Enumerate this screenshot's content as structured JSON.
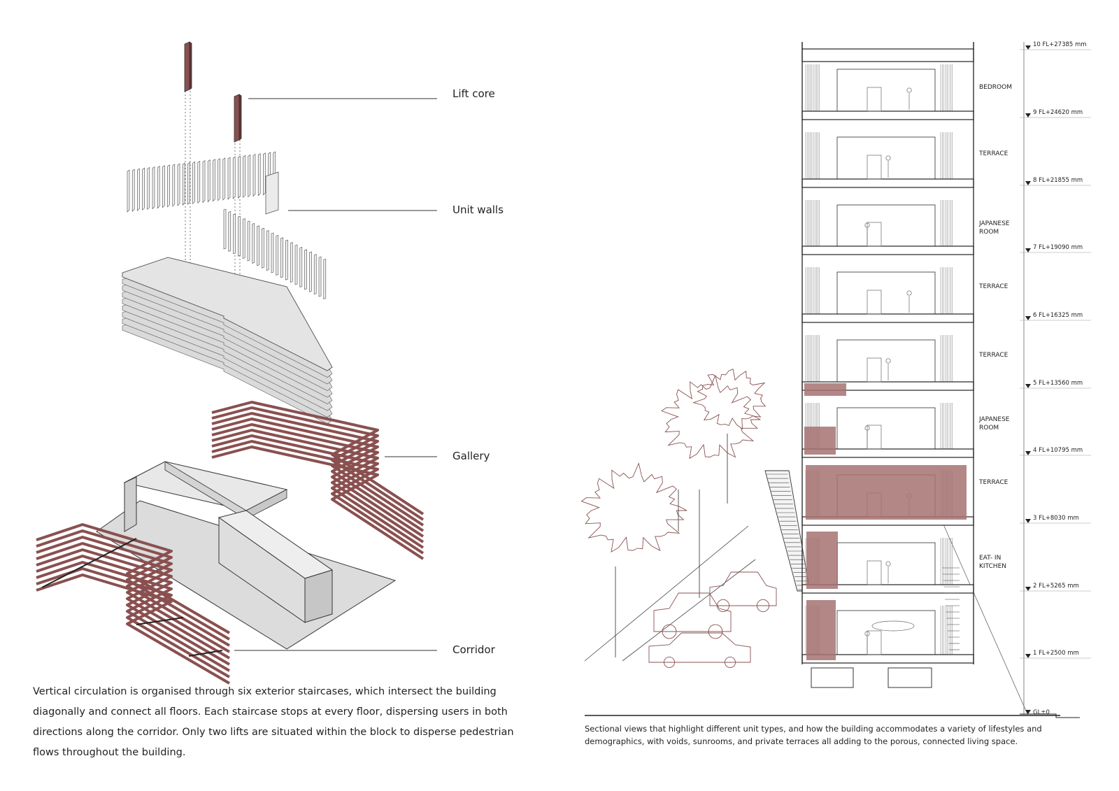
{
  "exploded_labels": {
    "lift_core": "Lift core",
    "unit_walls": "Unit walls",
    "gallery": "Gallery",
    "corridor": "Corridor"
  },
  "caption_left": "Vertical circulation is organised through six exterior staircases, which intersect the building diagonally and connect all floors. Each staircase stops at every floor, dispersing users in both directions along the corridor. Only two lifts are situated within the block to disperse pedestrian flows throughout the building.",
  "caption_right": "Sectional views that highlight different unit types, and how the building accommodates a variety of lifestyles and demographics, with voids, sunrooms, and private terraces all adding to the porous, connected living space.",
  "rooms": {
    "r9": "BEDROOM",
    "r8": "TERRACE",
    "r7a": "JAPANESE",
    "r7b": "ROOM",
    "r6": "TERRACE",
    "r5": "TERRACE",
    "r4a": "JAPANESE",
    "r4b": "ROOM",
    "r3": "TERRACE",
    "r2a": "EAT- IN",
    "r2b": "KITCHEN"
  },
  "levels": {
    "l10": "10 FL+27385 mm",
    "l9": "9 FL+24620 mm",
    "l8": "8 FL+21855 mm",
    "l7": "7 FL+19090 mm",
    "l6": "6 FL+16325 mm",
    "l5": "5 FL+13560 mm",
    "l4": "4 FL+10795 mm",
    "l3": "3 FL+8030 mm",
    "l2": "2 FL+5265 mm",
    "l1": "1 FL+2500 mm",
    "gl": "GL±0"
  },
  "colors": {
    "maroon": "#8a5050",
    "maroon_fill": "#a77272",
    "grey_fill": "#dcdcdc",
    "line": "#222222"
  }
}
